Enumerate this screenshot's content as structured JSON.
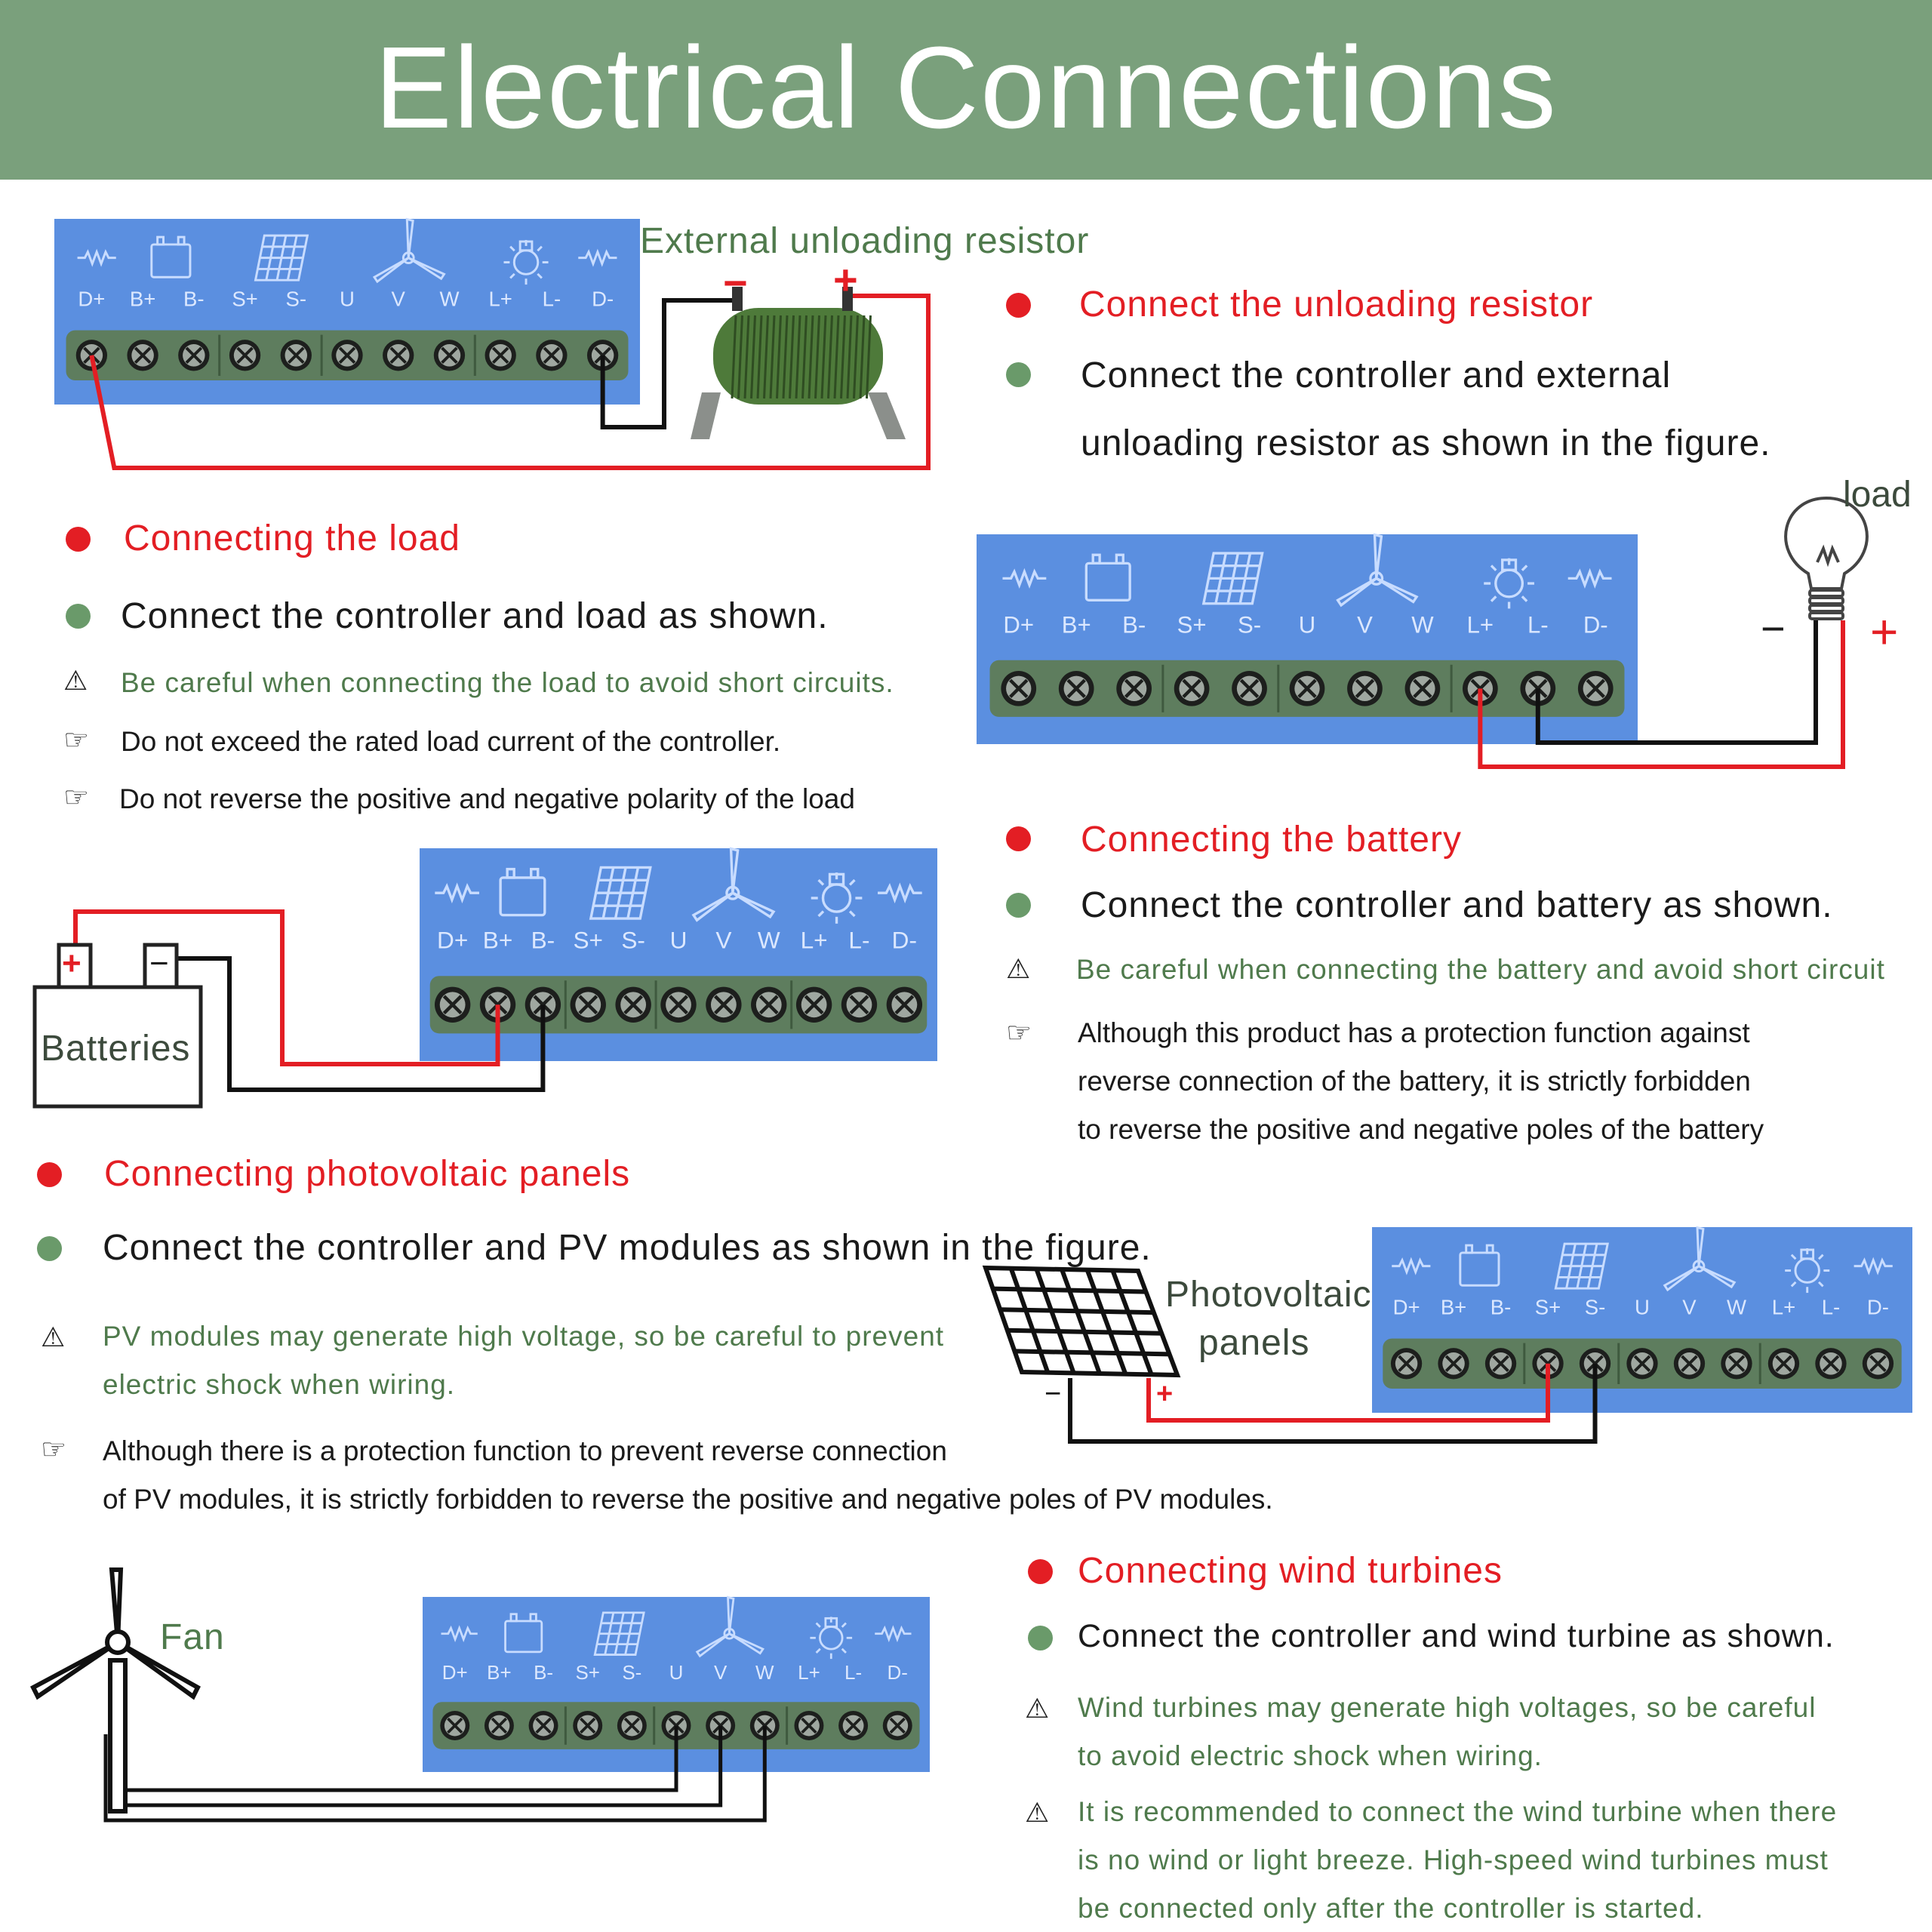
{
  "title": "Electrical Connections",
  "colors": {
    "header": "#7aa07c",
    "panel": "#5b8fe0",
    "terminal_strip": "#5e7d5e",
    "wire_red": "#e31e24",
    "wire_black": "#111111",
    "bullet_red": "#e31e24",
    "bullet_green": "#6a9a6a",
    "note_green": "#4f7a4c"
  },
  "terminal_labels": [
    "D+",
    "B+",
    "B-",
    "S+",
    "S-",
    "U",
    "V",
    "W",
    "L+",
    "L-",
    "D-"
  ],
  "panel_icons": [
    "resistor-icon",
    "battery-icon",
    "solar-panel-icon",
    "wind-turbine-icon",
    "lamp-icon",
    "resistor-icon"
  ],
  "resistor_section": {
    "component_label": "External unloading resistor",
    "minus": "−",
    "plus": "+",
    "heading": "Connect the unloading resistor",
    "instruction_1": "Connect the controller and external",
    "instruction_2": "unloading resistor as shown in the figure."
  },
  "load_section": {
    "component_label": "load",
    "minus": "−",
    "plus": "+",
    "heading": "Connecting the load",
    "instruction": "Connect the controller and load as shown.",
    "warning": "Be careful when connecting the load to avoid short circuits.",
    "note_1": "Do not exceed the rated load current of the controller.",
    "note_2": "Do not reverse the positive and negative polarity of the load"
  },
  "battery_section": {
    "component_label": "Batteries",
    "plus": "+",
    "minus": "−",
    "heading": "Connecting the battery",
    "instruction": "Connect the controller and battery as shown.",
    "warning": "Be careful when connecting the battery and avoid short circuit",
    "note_line_1": "Although this product has a protection function against",
    "note_line_2": "reverse connection of the battery, it is strictly forbidden",
    "note_line_3": "to reverse the positive and negative poles of the battery"
  },
  "pv_section": {
    "component_label_1": "Photovoltaic",
    "component_label_2": "panels",
    "minus": "−",
    "plus": "+",
    "heading": "Connecting photovoltaic panels",
    "instruction": "Connect the controller and PV modules as shown in the figure.",
    "warning_line_1": "PV modules may generate high voltage, so be careful to prevent",
    "warning_line_2": "electric shock when wiring.",
    "note_line_1": "Although there is a protection function to prevent reverse connection",
    "note_line_2": "of PV modules, it is strictly forbidden to reverse the positive and negative poles of PV modules."
  },
  "wind_section": {
    "component_label": "Fan",
    "heading": "Connecting wind turbines",
    "instruction": "Connect the controller and wind turbine as shown.",
    "warning_1_line_1": "Wind turbines may generate high voltages, so be careful",
    "warning_1_line_2": "to avoid electric shock when wiring.",
    "warning_2_line_1": "It is recommended to connect the wind turbine when there",
    "warning_2_line_2": "is no wind or light breeze. High-speed wind turbines must",
    "warning_2_line_3": "be connected only after the controller is started."
  }
}
